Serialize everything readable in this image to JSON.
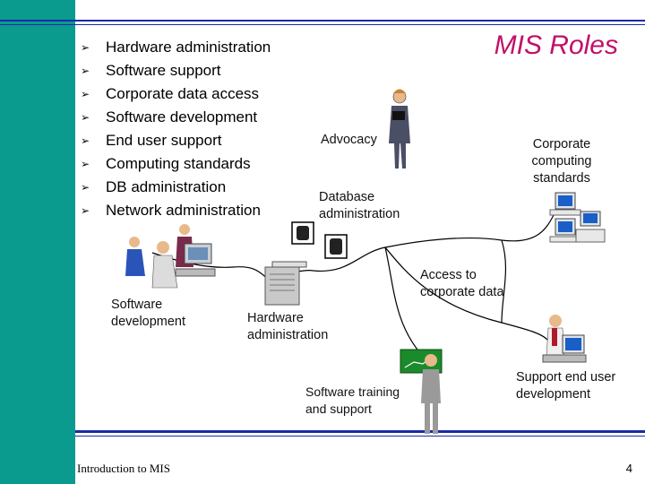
{
  "title": "MIS Roles",
  "bullet_glyph": "➢",
  "bullets": [
    "Hardware administration",
    "Software support",
    "Corporate data access",
    "Software development",
    "End user support",
    "Computing standards",
    "DB administration",
    "Network administration"
  ],
  "diagram": {
    "advocacy": "Advocacy",
    "corporate_standards": "Corporate computing standards",
    "database_admin": "Database administration",
    "access_data": "Access to corporate data",
    "software_dev": "Software development",
    "hardware_admin": "Hardware administration",
    "training": "Software training and support",
    "end_user_dev": "Support end user development"
  },
  "footer": "Introduction to MIS",
  "page_number": "4",
  "colors": {
    "accent_bar": "#0a9a8e",
    "rule": "#1b2aa8",
    "title": "#c0106a"
  }
}
